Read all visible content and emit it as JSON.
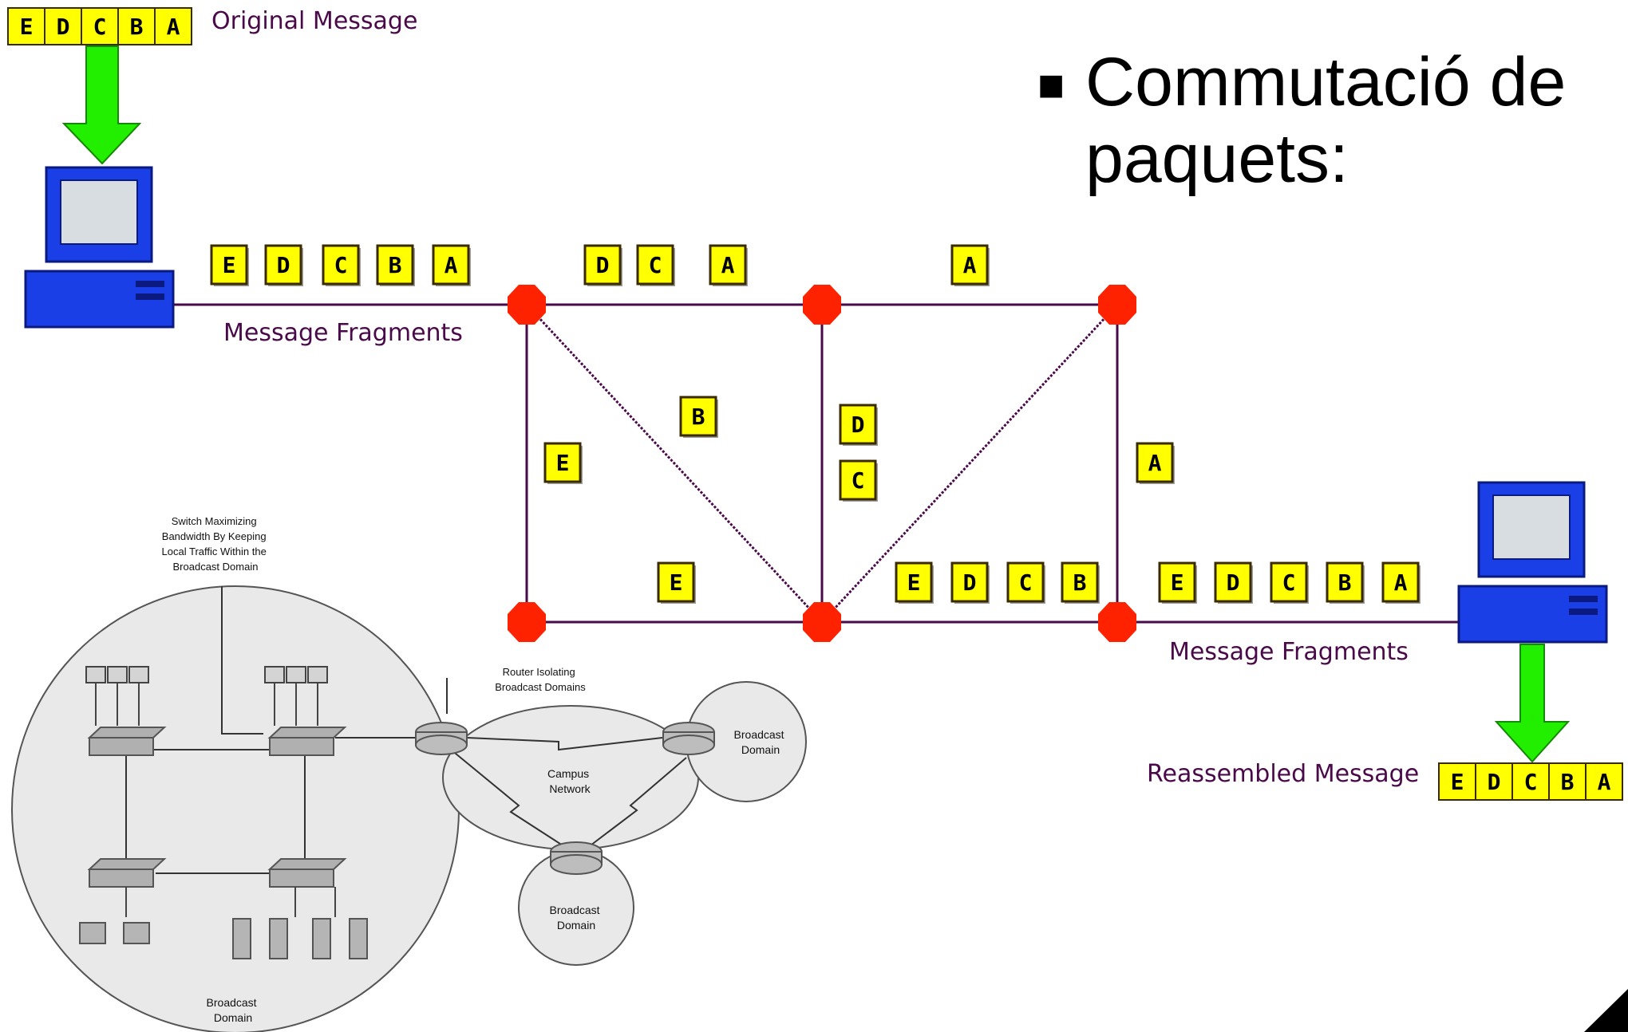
{
  "slide": {
    "bullet_mark": "■",
    "bullet_line1": "Commutació de",
    "bullet_line2": "paquets:"
  },
  "top_diagram": {
    "original_message_label": "Original Message",
    "original_message_letters": [
      "E",
      "D",
      "C",
      "B",
      "A"
    ],
    "message_fragments_left_label": "Message Fragments",
    "message_fragments_right_label": "Message Fragments",
    "reassembled_message_label": "Reassembled Message",
    "reassembled_message_letters": [
      "E",
      "D",
      "C",
      "B",
      "A"
    ],
    "outgoing_fragments": [
      "E",
      "D",
      "C",
      "B",
      "A"
    ],
    "top_link_mid_fragments": [
      "D",
      "C",
      "A"
    ],
    "top_link_right_fragments": [
      "A"
    ],
    "diagonal_fragment": "B",
    "middle_vertical_fragments": [
      "D",
      "C"
    ],
    "left_vertical_fragment": "E",
    "right_vertical_fragment": "A",
    "bottom_left_link_fragment": "E",
    "bottom_mid_link_fragments": [
      "E",
      "D",
      "C",
      "B"
    ],
    "final_link_fragments": [
      "E",
      "D",
      "C",
      "B",
      "A"
    ],
    "colors": {
      "packet_fill": "#ffff00",
      "node": "#ff2200",
      "link": "#4a0a4a",
      "arrow": "#22ee00",
      "computer": "#1a3fe6"
    }
  },
  "bottom_diagram": {
    "switch_callout": "Switch Maximizing Bandwidth By Keeping Local Traffic Within the Broadcast Domain",
    "router_callout": "Router Isolating Broadcast Domains",
    "campus_network": "Campus Network",
    "broadcast_domain_right": "Broadcast Domain",
    "broadcast_domain_bottom": "Broadcast Domain",
    "broadcast_domain_large": "Broadcast Domain"
  }
}
